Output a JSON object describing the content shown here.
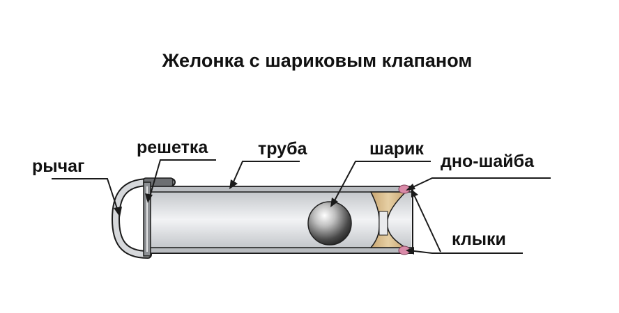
{
  "title": "Желонка с шариковым клапаном",
  "labels": {
    "lever": "рычаг",
    "grate": "решетка",
    "pipe": "труба",
    "ball": "шарик",
    "bottom_washer": "дно-шайба",
    "fangs": "клыки"
  },
  "colors": {
    "outline": "#1a1a1a",
    "pipe_wall": "#cfd1d4",
    "pipe_inner": "#eeeff1",
    "ball_dark": "#3a3a3a",
    "washer": "#d7b98a",
    "fang": "#d98aa8"
  }
}
